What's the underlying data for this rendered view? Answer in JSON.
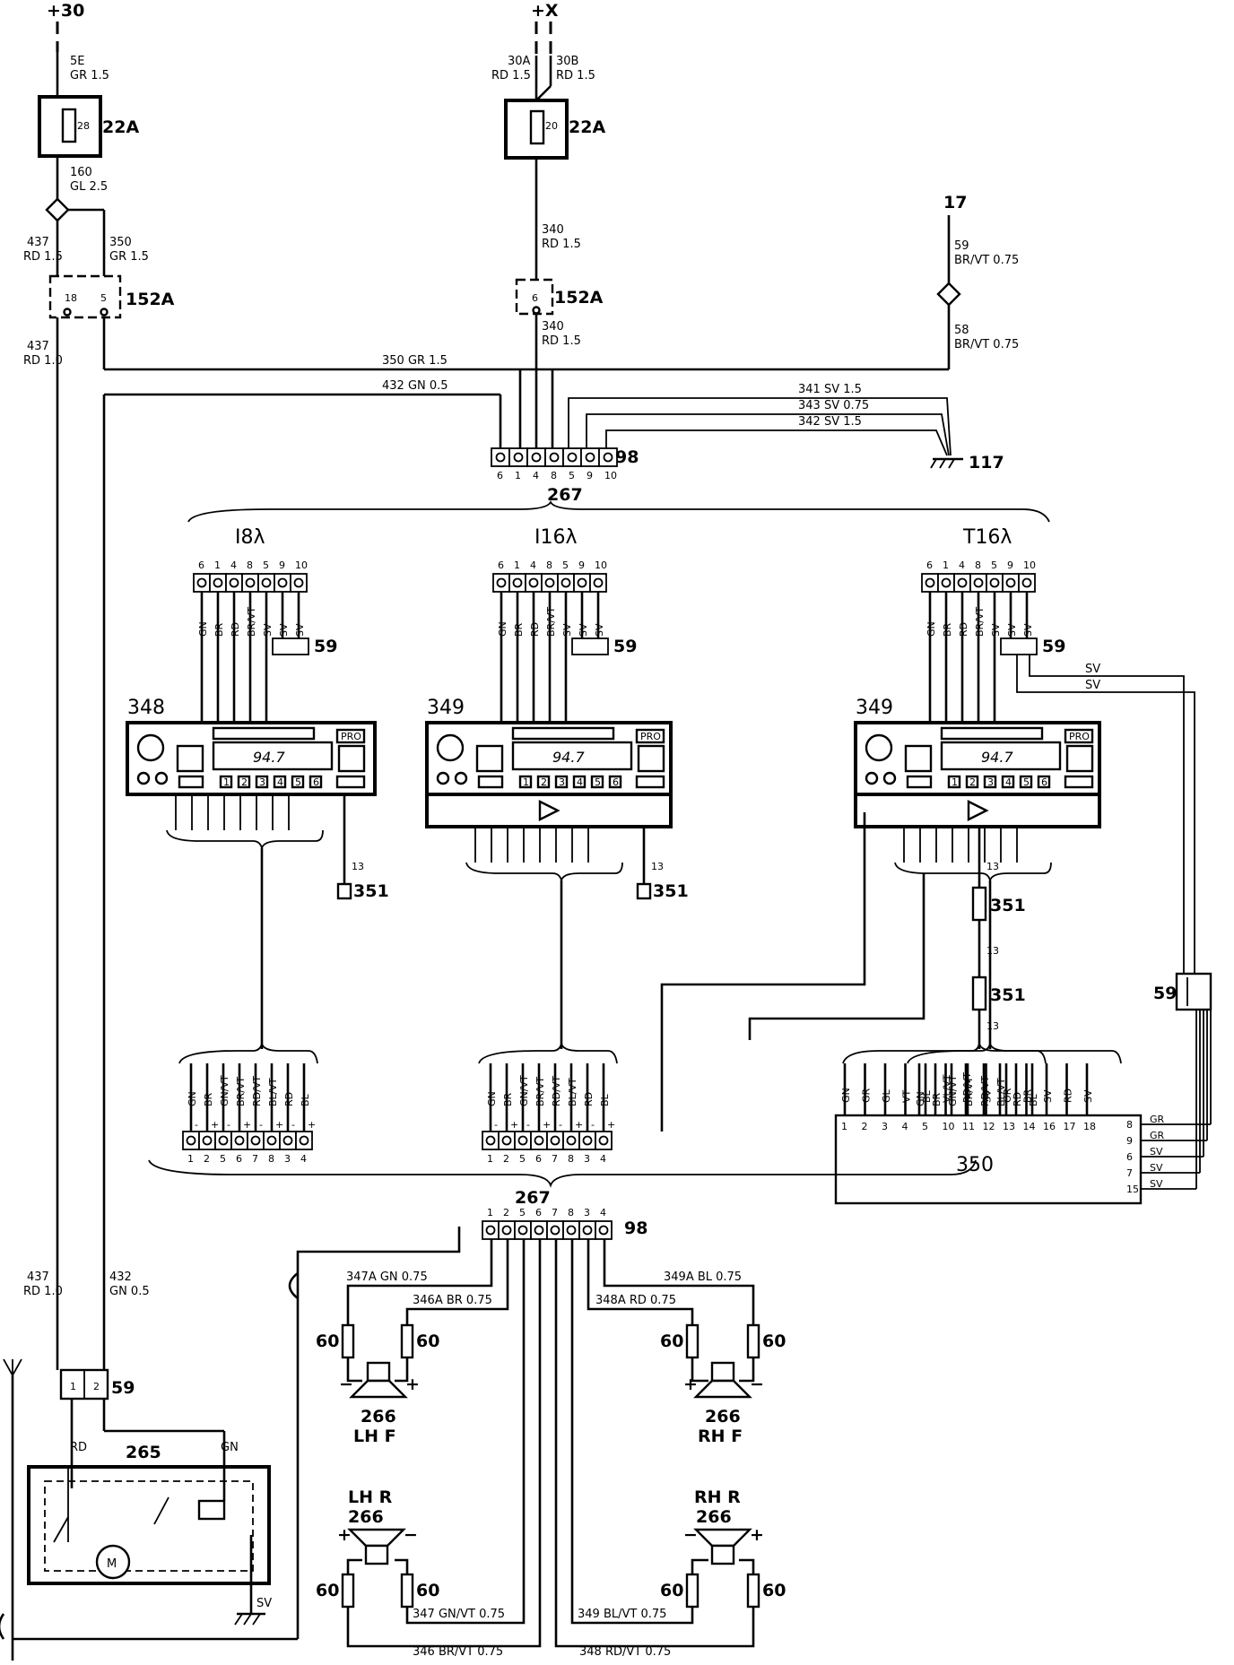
{
  "supplies": {
    "plus30": "+30",
    "plusx": "+X",
    "term17": "17"
  },
  "fuses": {
    "left": {
      "pin": "28",
      "ref": "22A"
    },
    "mid": {
      "pin": "20",
      "ref": "22A"
    }
  },
  "connectors": {
    "c152a": "152A",
    "c152a_pins": [
      "18",
      "5"
    ],
    "c152a_mid_pin": "6",
    "c98": "98",
    "c98_pins": [
      "6",
      "1",
      "4",
      "8",
      "5",
      "9",
      "10"
    ],
    "c98_bottom_pins": [
      "1",
      "2",
      "5",
      "6",
      "7",
      "8",
      "3",
      "4"
    ],
    "c267": "267",
    "c59": "59",
    "c117": "117",
    "c351": "351",
    "c60": "60",
    "c350": "350",
    "c350_pins": [
      "1",
      "2",
      "3",
      "4",
      "5",
      "10",
      "11",
      "12",
      "13",
      "14",
      "16",
      "17",
      "18"
    ],
    "c350_right_pins": [
      "8",
      "9",
      "6",
      "7",
      "15"
    ],
    "c350_right_colors": [
      "GR",
      "GR",
      "SV",
      "SV",
      "SV"
    ],
    "c350_wire_colors": [
      "GN",
      "GR",
      "GL",
      "VT",
      "BL",
      "VL/VT",
      "RD/VT",
      "SV",
      "OR",
      "BR",
      "SV",
      "RD",
      "SV"
    ],
    "c59_pins": [
      "1",
      "2"
    ]
  },
  "wires": {
    "w5e": [
      "5E",
      "GR 1.5"
    ],
    "w30a": [
      "30A",
      "RD 1.5"
    ],
    "w30b": [
      "30B",
      "RD 1.5"
    ],
    "w160": [
      "160",
      "GL 2.5"
    ],
    "w437a": [
      "437",
      "RD 1.5"
    ],
    "w350a": [
      "350",
      "GR 1.5"
    ],
    "w437b": [
      "437",
      "RD 1.0"
    ],
    "w340a": [
      "340",
      "RD 1.5"
    ],
    "w340b": [
      "340",
      "RD 1.5"
    ],
    "w59": [
      "59",
      "BR/VT 0.75"
    ],
    "w58": [
      "58",
      "BR/VT 0.75"
    ],
    "w350b": "350  GR 1.5",
    "w432a": "432  GN 0.5",
    "w341": "341  SV 1.5",
    "w343": "343  SV 0.75",
    "w342": "342  SV 1.5",
    "w437c": [
      "437",
      "RD 1.0"
    ],
    "w432b": [
      "432",
      "GN 0.5"
    ],
    "w347a": "347A GN 0.75",
    "w346a": "346A BR 0.75",
    "w349a": "349A BL 0.75",
    "w348a": "348A RD 0.75",
    "w347": "347 GN/VT 0.75",
    "w349": "349 BL/VT 0.75",
    "w346": "346 BR/VT 0.75",
    "w348": "348 RD/VT 0.75",
    "w13": "13",
    "sv": "SV",
    "rd": "RD",
    "gn": "GN"
  },
  "radios": [
    {
      "variant": "I8λ",
      "ref": "348",
      "display": "94.7",
      "pro": "PRO"
    },
    {
      "variant": "I16λ",
      "ref": "349",
      "display": "94.7",
      "pro": "PRO"
    },
    {
      "variant": "T16λ",
      "ref": "349",
      "display": "94.7",
      "pro": "PRO"
    }
  ],
  "radio_top_pins": [
    "6",
    "1",
    "4",
    "8",
    "5",
    "9",
    "10"
  ],
  "radio_top_colors": [
    "GN",
    "BR",
    "RD",
    "BR/VT",
    "SV",
    "SV",
    "SV"
  ],
  "radio_bottom_pins": [
    "1",
    "2",
    "5",
    "6",
    "7",
    "8",
    "3",
    "4"
  ],
  "radio_bottom_colors": [
    "GN",
    "BR",
    "GN/VT",
    "BR/VT",
    "RD/VT",
    "BL/VT",
    "RD",
    "BL"
  ],
  "radio_bottom_signs": [
    "-",
    "+",
    "-",
    "+",
    "-",
    "+",
    "-",
    "+"
  ],
  "preset_buttons": [
    "1",
    "2",
    "3",
    "4",
    "5",
    "6"
  ],
  "speakers": {
    "ref": "266",
    "lhf": "LH  F",
    "rhf": "RH  F",
    "lhr": "LH  R",
    "rhr": "RH  R"
  },
  "antenna": {
    "ref": "265",
    "motor": "M"
  }
}
